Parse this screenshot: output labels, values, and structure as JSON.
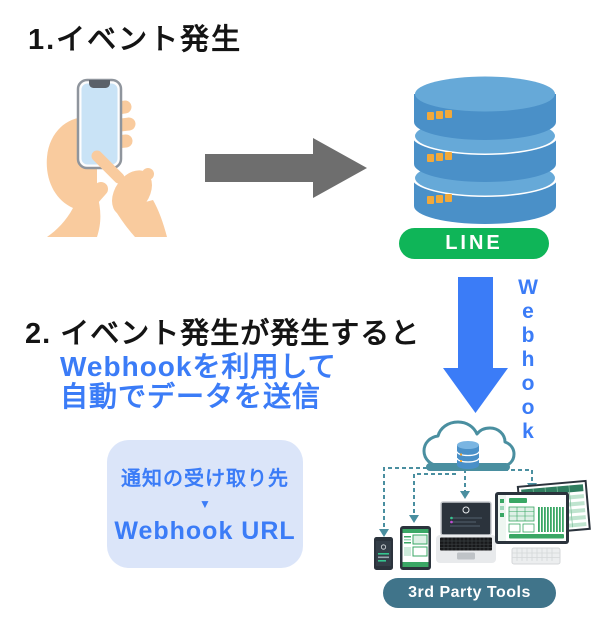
{
  "diagram": {
    "step1": {
      "title": "1.イベント発生",
      "line_badge": "LINE"
    },
    "webhook": {
      "vertical_label": "Webhook",
      "letters": [
        "W",
        "e",
        "b",
        "h",
        "o",
        "o",
        "k"
      ]
    },
    "step2": {
      "heading": "2. イベント発生が発生すると",
      "highlight_line1": "Webhookを利用して",
      "highlight_line2": "自動でデータを送信",
      "info_box": {
        "top_text": "通知の受け取り先",
        "arrow_glyph": "▼",
        "bottom_text": "Webhook URL"
      }
    },
    "third_party_badge": "3rd Party Tools"
  },
  "icons": {
    "smartphone_tap": "hand-tapping-smartphone",
    "arrow_right": "gray-right-arrow",
    "database": "stacked-database-cylinders",
    "arrow_down": "blue-webhook-arrow",
    "cloud_database": "cloud-with-database",
    "devices": "phone-tablet-laptop-monitor"
  },
  "colors": {
    "accent_blue": "#3b7cf7",
    "line_green": "#0fb558",
    "tools_teal": "#40748a",
    "connector_teal": "#4a8fa0",
    "arrow_gray": "#6e6e6e",
    "info_box_bg": "#dbe5f9",
    "db_blue": "#4a90c8",
    "db_blue_light": "#66a9d8",
    "db_lights_orange": "#f2a93b",
    "skin": "#f9cb9e",
    "phone_screen_blue": "#c9e3f6",
    "device_dark": "#2b333c",
    "device_green": "#3aa765",
    "text_black": "#141414"
  }
}
